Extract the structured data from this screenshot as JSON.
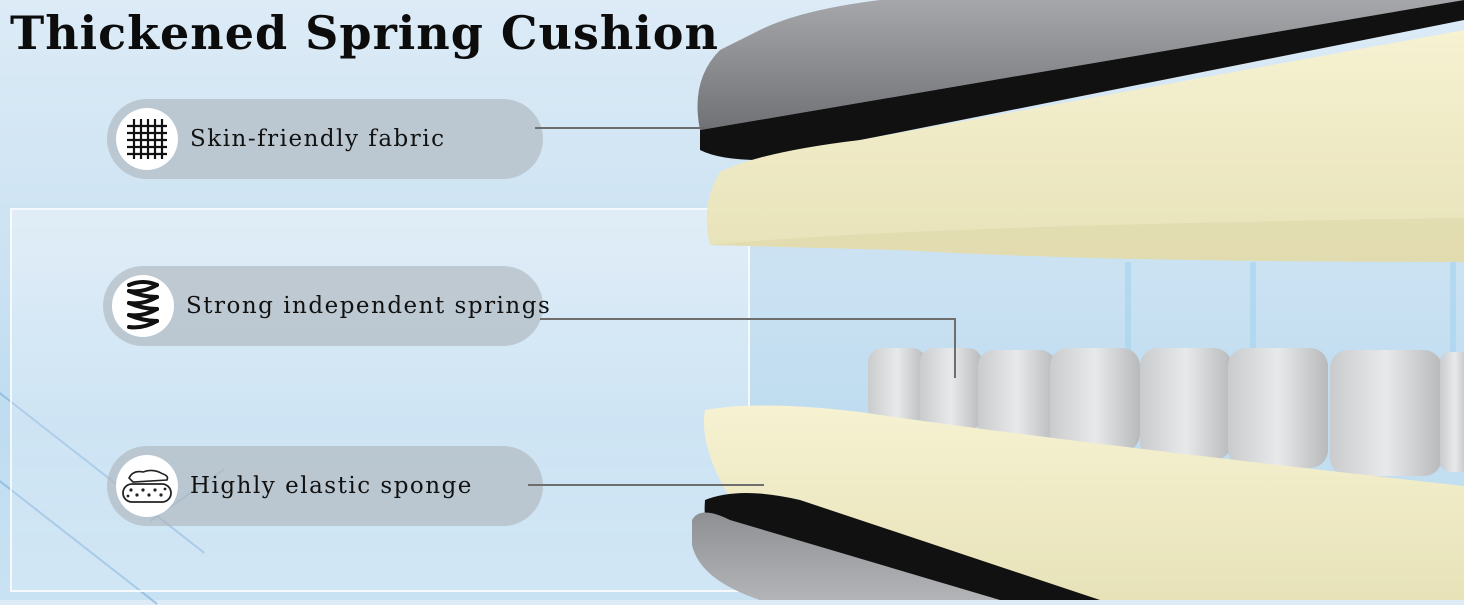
{
  "title": "Thickened Spring Cushion",
  "features": [
    {
      "label": "Skin-friendly fabric",
      "icon": "fabric-weave-icon"
    },
    {
      "label": "Strong independent springs",
      "icon": "coil-spring-icon"
    },
    {
      "label": "Highly elastic sponge",
      "icon": "sponge-hand-icon"
    }
  ],
  "colors": {
    "sponge": "#f0ecc6",
    "fabric": "#8a8c8f",
    "background": "#cfe4f3",
    "pill": "#b4bbc2"
  }
}
